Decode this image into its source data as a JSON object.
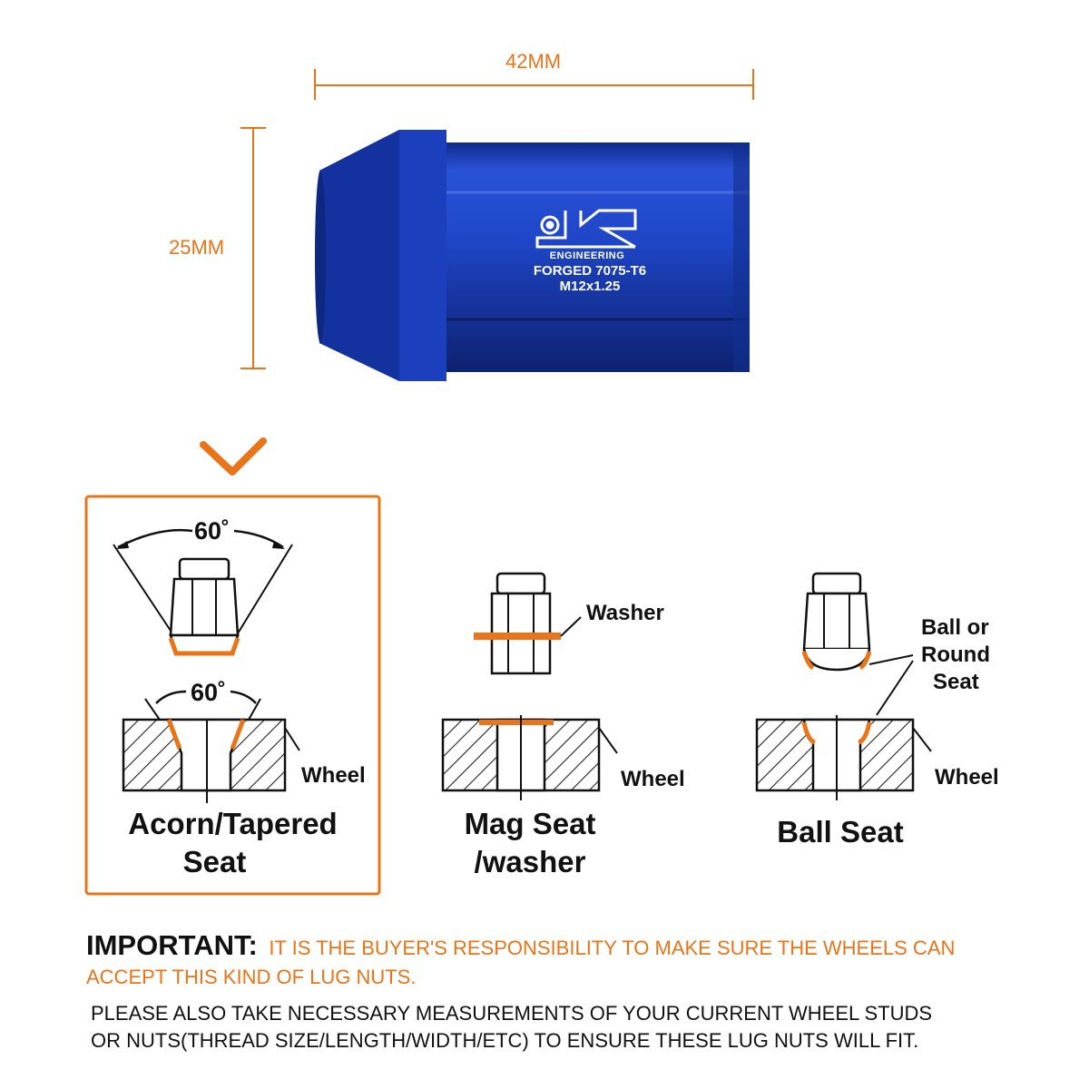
{
  "dimensions": {
    "length": "42MM",
    "height": "25MM"
  },
  "product": {
    "brand": "ENGINEERING",
    "material": "FORGED 7075-T6",
    "thread": "M12x1.25",
    "body_color": "#1a3fb8",
    "accent_color": "#e8751a"
  },
  "seats": [
    {
      "title_line1": "Acorn/Tapered",
      "title_line2": "Seat",
      "angle_top": "60˚",
      "angle_bottom": "60˚",
      "wheel_label": "Wheel",
      "selected": true
    },
    {
      "title_line1": "Mag Seat",
      "title_line2": "/washer",
      "washer_label": "Washer",
      "wheel_label": "Wheel",
      "selected": false
    },
    {
      "title_line1": "Ball Seat",
      "ball_label_1": "Ball or",
      "ball_label_2": "Round",
      "ball_label_3": "Seat",
      "wheel_label": "Wheel",
      "selected": false
    }
  ],
  "notice": {
    "important_label": "IMPORTANT:",
    "warning_line1": "IT IS THE BUYER'S RESPONSIBILITY TO MAKE SURE THE WHEELS CAN",
    "warning_line2": "ACCEPT THIS KIND OF LUG NUTS.",
    "note_line1": "PLEASE ALSO TAKE NECESSARY MEASUREMENTS OF YOUR CURRENT WHEEL STUDS",
    "note_line2": "OR NUTS(THREAD SIZE/LENGTH/WIDTH/ETC) TO ENSURE THESE LUG NUTS WILL FIT."
  }
}
